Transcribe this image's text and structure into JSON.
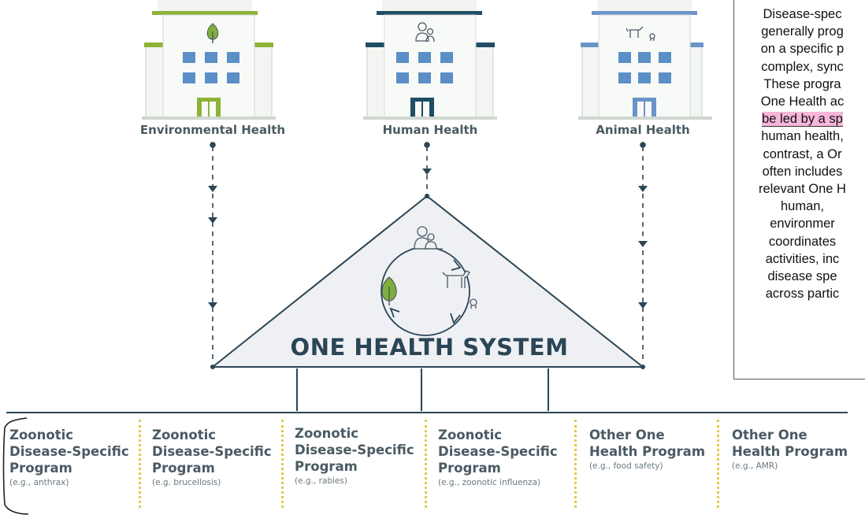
{
  "sectors": [
    {
      "label": "Environmental Health",
      "accent": "#8db338",
      "icon": "leaf-icon"
    },
    {
      "label": "Human Health",
      "accent": "#1f4e64",
      "icon": "people-icon"
    },
    {
      "label": "Animal Health",
      "accent": "#6a94c9",
      "icon": "livestock-icon"
    }
  ],
  "system": {
    "title": "ONE HEALTH SYSTEM"
  },
  "programs": [
    {
      "name": "Zoonotic\nDisease-Specific\nProgram",
      "example": "(e.g., anthrax)"
    },
    {
      "name": "Zoonotic\nDisease-Specific\nProgram",
      "example": "(e.g. brucellosis)"
    },
    {
      "name": "Zoonotic\nDisease-Specific\nProgram",
      "example": "(e.g., rabies)"
    },
    {
      "name": "Zoonotic\nDisease-Specific\nProgram",
      "example": "(e.g., zoonotic influenza)"
    },
    {
      "name": "Other One\nHealth Program",
      "example": "(e.g., food safety)"
    },
    {
      "name": "Other One\nHealth Program",
      "example": "(e.g., AMR)"
    }
  ],
  "note": {
    "lines": [
      "Disease-spec",
      "generally prog",
      "on a specific p",
      "complex, sync",
      "These progra",
      "One Health ac",
      "be led by a sp",
      "human health,",
      "contrast, a Or",
      "often includes",
      "relevant One H",
      "human,",
      "environmer",
      "coordinates",
      "activities, inc",
      "disease spe",
      "across partic"
    ]
  }
}
